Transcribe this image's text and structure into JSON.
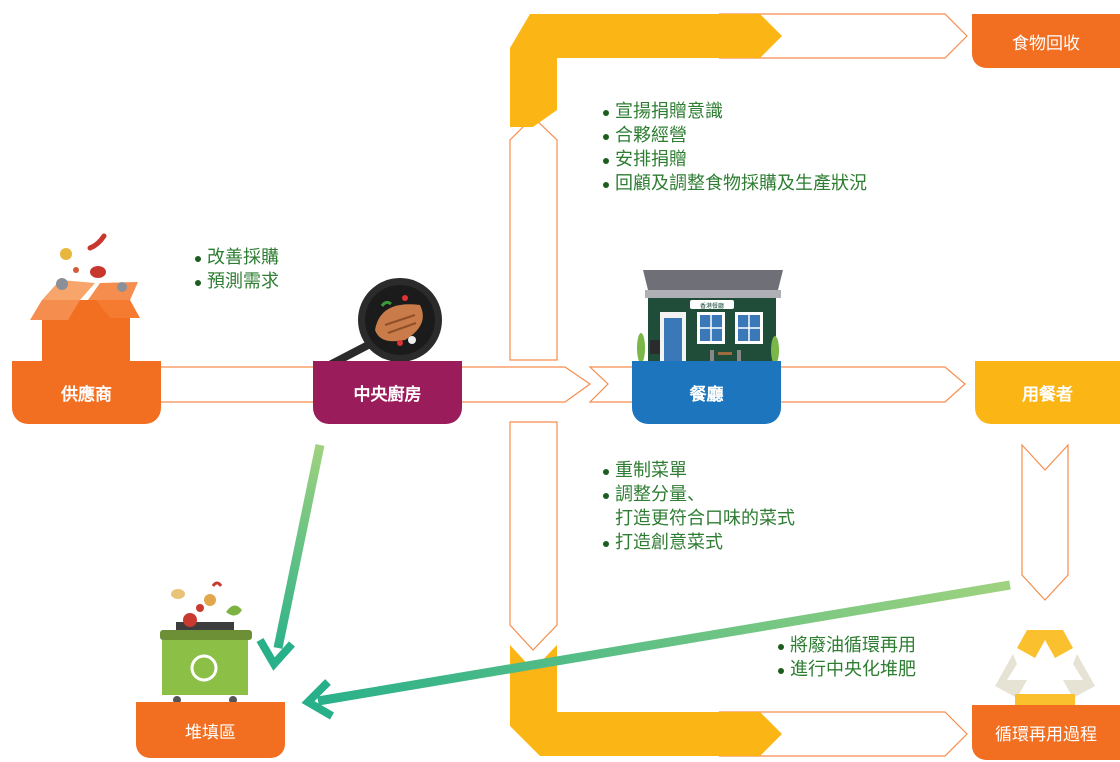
{
  "nodes": {
    "supplier": "供應商",
    "central_kitchen": "中央廚房",
    "restaurant": "餐廳",
    "diner": "用餐者",
    "food_recovery": "食物回收",
    "landfill": "堆填區",
    "recycling": "循環再用過程"
  },
  "notes": {
    "supplier": [
      "改善採購",
      "預測需求"
    ],
    "restaurant_top": [
      "宣揚捐贈意識",
      "合夥經營",
      "安排捐贈",
      "回顧及調整食物採購及生產狀況"
    ],
    "restaurant_bottom": [
      "重制菜單",
      "調整分量、",
      "打造更符合口味的菜式",
      "打造創意菜式"
    ],
    "recycling": [
      "將廢油循環再用",
      "進行中央化堆肥"
    ]
  },
  "colors": {
    "orange": "#f26f21",
    "purple": "#9b1c5b",
    "blue": "#1d76bd",
    "yellow": "#fbb515",
    "green_start": "#9fd27f",
    "green_end": "#28b08a"
  },
  "restaurant_sign": "香港餐廳"
}
